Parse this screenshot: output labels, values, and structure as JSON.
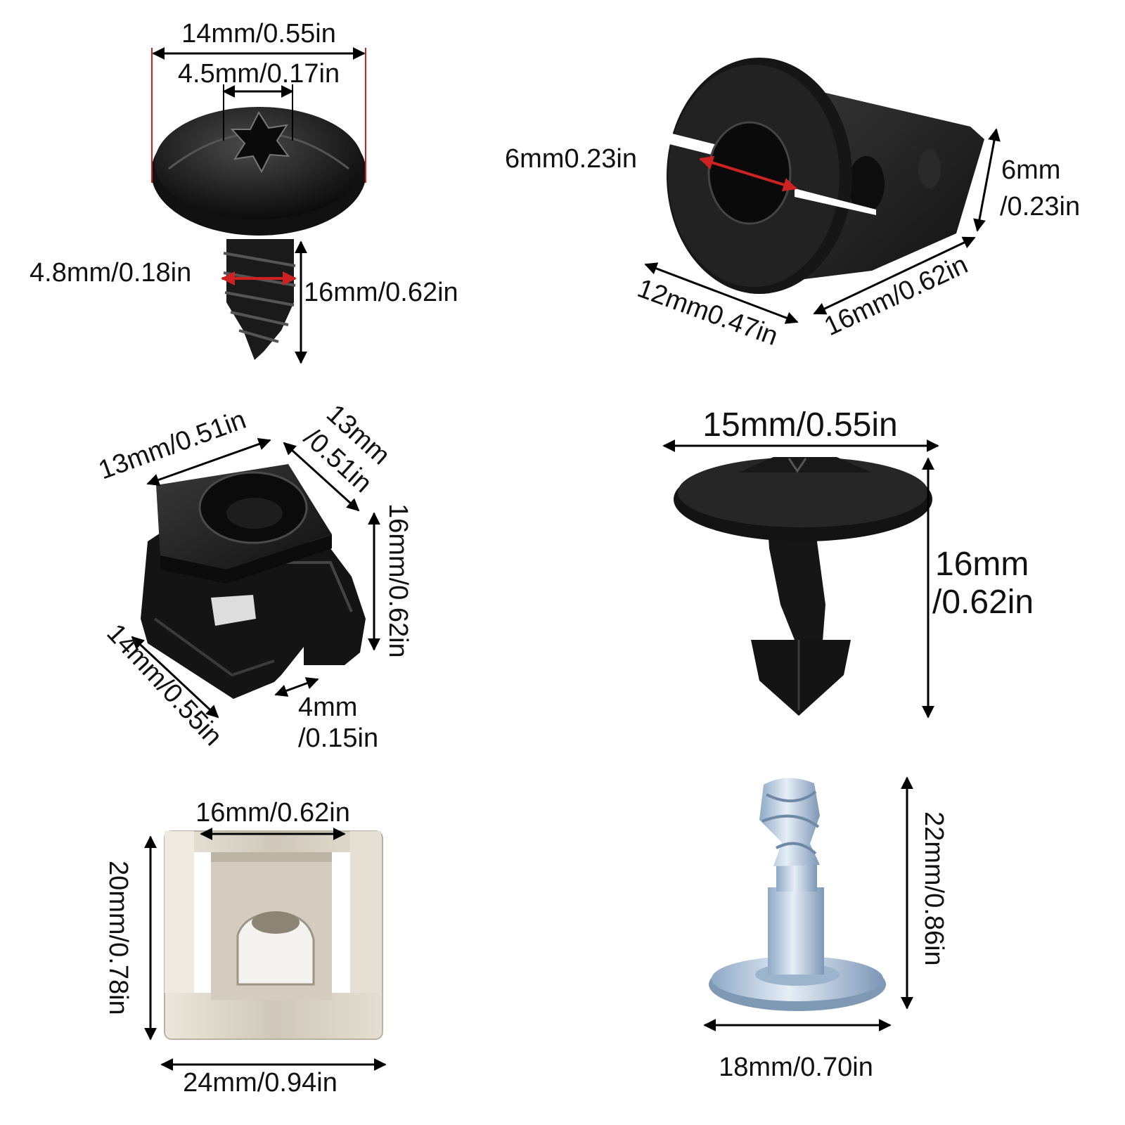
{
  "colors": {
    "arrow": "#000000",
    "guide": "#cc2222",
    "part_black": "#1b1b1b",
    "part_metal": "#d9d3c7",
    "part_zinc": "#b9cde0"
  },
  "parts": [
    {
      "name": "torx-screw",
      "icon": "screw-icon",
      "dims": {
        "head_diameter": "14mm/0.55in",
        "drive_width": "4.5mm/0.17in",
        "thread_diameter": "4.8mm/0.18in",
        "length": "16mm/0.62in"
      }
    },
    {
      "name": "plastic-grommet-nut",
      "icon": "grommet-icon",
      "dims": {
        "hole_diameter": "6mm0.23in",
        "tip_height_line1": "6mm",
        "tip_height_line2": "/0.23in",
        "flange_width": "12mm0.47in",
        "body_length": "16mm/0.62in"
      }
    },
    {
      "name": "square-clip-nut",
      "icon": "clip-nut-icon",
      "dims": {
        "top_width": "13mm/0.51in",
        "side_depth_line1": "13mm",
        "side_depth_line2": "/0.51in",
        "height": "16mm/0.62in",
        "base_width": "14mm/0.55in",
        "gap_line1": "4mm",
        "gap_line2": "/0.15in"
      }
    },
    {
      "name": "push-rivet",
      "icon": "rivet-icon",
      "dims": {
        "head_diameter": "15mm/0.55in",
        "length_line1": "16mm",
        "length_line2": "/0.62in"
      }
    },
    {
      "name": "metal-u-clip",
      "icon": "u-clip-icon",
      "dims": {
        "inner_width": "16mm/0.62in",
        "height": "20mm/0.78in",
        "outer_width": "24mm/0.94in"
      }
    },
    {
      "name": "quarter-turn-stud",
      "icon": "stud-icon",
      "dims": {
        "length": "22mm/0.86in",
        "base_diameter": "18mm/0.70in"
      }
    }
  ]
}
